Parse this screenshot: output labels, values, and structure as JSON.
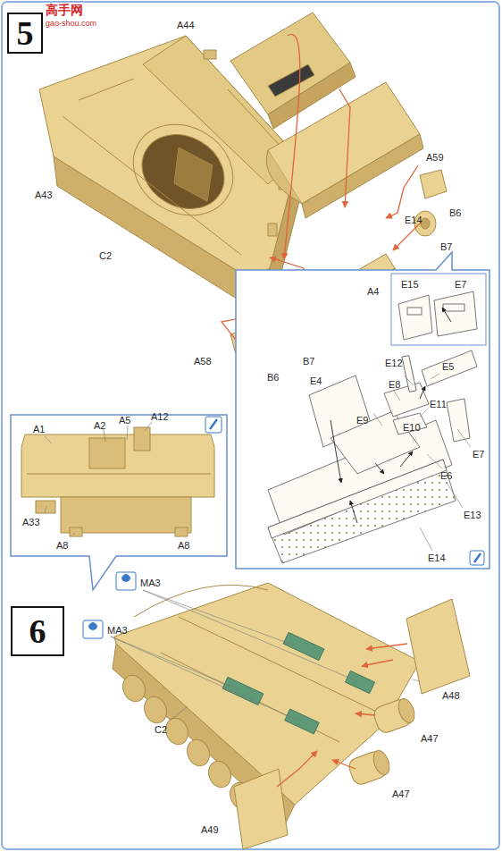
{
  "diagram": {
    "nodes": [
      {
        "text": [
          "5"
        ]
      },
      {
        "text": [
          "6"
        ]
      }
    ],
    "labels": [
      "高手网",
      "gao-shou.com",
      "A44",
      "E14",
      "A43",
      "A59",
      "C2",
      "B6",
      "B7",
      "A4",
      "A58",
      "B7",
      "B6",
      "E15",
      "E7",
      "E12",
      "E5",
      "E4",
      "E8",
      "E9",
      "E11",
      "E10",
      "E7",
      "E6",
      "E13",
      "E14",
      "A1",
      "A2",
      "A5",
      "A12",
      "A33",
      "A8",
      "A8",
      "MA3",
      "MA3",
      "C2",
      "A48",
      "A47",
      "A47",
      "A49"
    ]
  }
}
